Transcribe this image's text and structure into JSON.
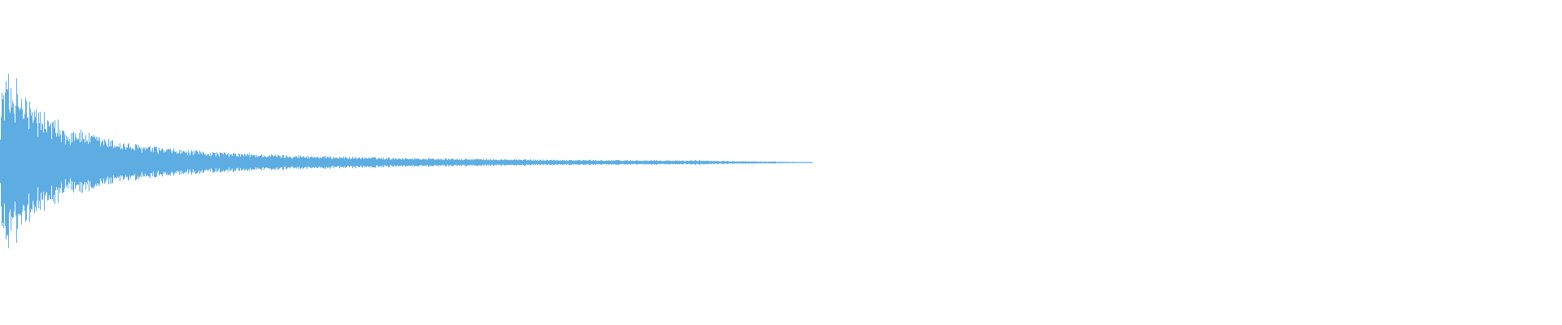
{
  "waveform": {
    "color": "#5DADE2",
    "background": "#FFFFFF",
    "envelope": {
      "peak_amplitude": 0.96,
      "active_fraction": 0.52,
      "shape": "exponential-decay"
    }
  }
}
